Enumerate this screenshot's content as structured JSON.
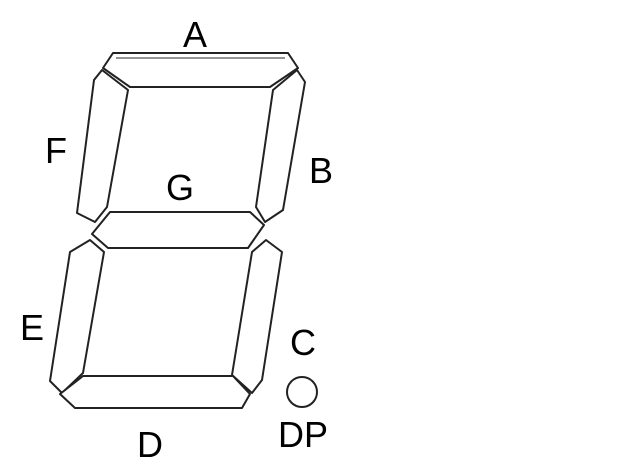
{
  "diagram": {
    "type": "seven-segment-display",
    "labels": {
      "a": "A",
      "b": "B",
      "c": "C",
      "d": "D",
      "e": "E",
      "f": "F",
      "g": "G",
      "dp": "DP"
    },
    "colors": {
      "outline": "#222222",
      "fill": "#ffffff",
      "text": "#000000"
    }
  }
}
